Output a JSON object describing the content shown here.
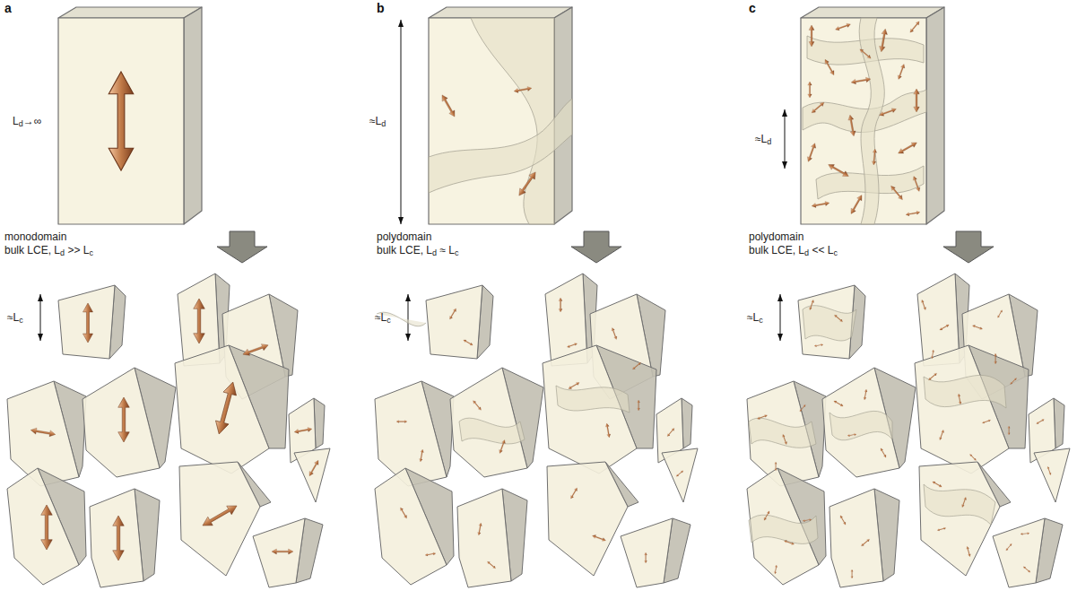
{
  "diagram": {
    "labels": [
      "a",
      "b",
      "c",
      "Ld→∞",
      "≈Ld",
      "≈Ld",
      "monodomain",
      "bulk LCE, Ld >> Lc",
      "polydomain",
      "bulk LCE, Ld ≈ Lc",
      "polydomain",
      "bulk LCE, Ld << Lc",
      "≈Lc",
      "≈Lc",
      "≈Lc"
    ]
  }
}
